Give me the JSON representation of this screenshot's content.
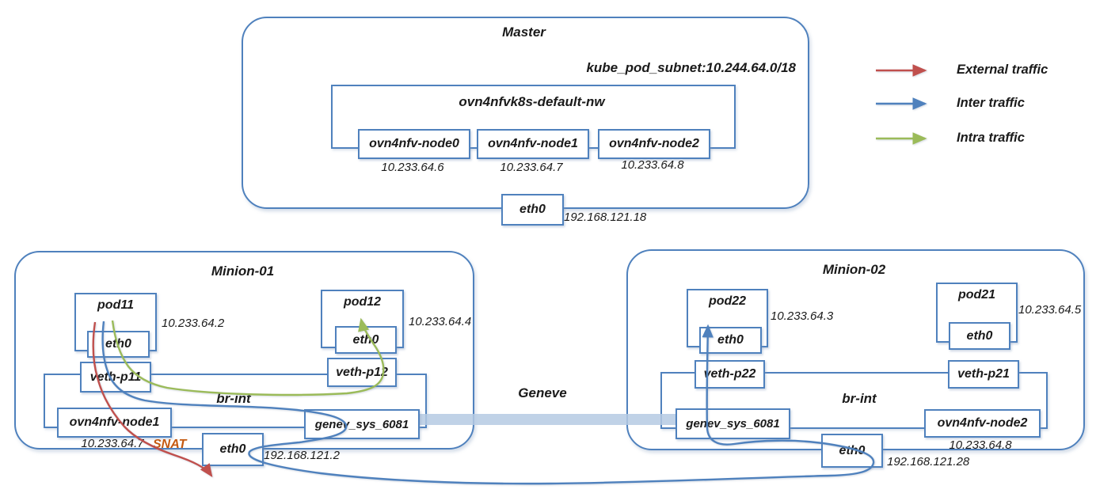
{
  "master": {
    "title": "Master",
    "subnet_label": "kube_pod_subnet:10.244.64.0/18",
    "network": {
      "name": "ovn4nfvk8s-default-nw",
      "nodes": [
        {
          "name": "ovn4nfv-node0",
          "ip": "10.233.64.6"
        },
        {
          "name": "ovn4nfv-node1",
          "ip": "10.233.64.7"
        },
        {
          "name": "ovn4nfv-node2",
          "ip": "10.233.64.8"
        }
      ]
    },
    "eth0": {
      "label": "eth0",
      "ip": "192.168.121.18"
    }
  },
  "legend": {
    "items": [
      {
        "label": "External traffic",
        "color": "#c0504d"
      },
      {
        "label": "Inter traffic",
        "color": "#4f81bd"
      },
      {
        "label": "Intra traffic",
        "color": "#9bbb59"
      }
    ]
  },
  "minion1": {
    "title": "Minion-01",
    "pods": [
      {
        "name": "pod11",
        "eth": "eth0",
        "ip": "10.233.64.2"
      },
      {
        "name": "pod12",
        "eth": "eth0",
        "ip": "10.233.64.4"
      }
    ],
    "veths": [
      "veth-p11",
      "veth-p12"
    ],
    "bridge": "br-int",
    "node": {
      "name": "ovn4nfv-node1",
      "ip": "10.233.64.7"
    },
    "geneve_port": "genev_sys_6081",
    "eth0": {
      "label": "eth0",
      "ip": "192.168.121.2"
    },
    "snat_label": "SNAT"
  },
  "minion2": {
    "title": "Minion-02",
    "pods": [
      {
        "name": "pod22",
        "eth": "eth0",
        "ip": "10.233.64.3"
      },
      {
        "name": "pod21",
        "eth": "eth0",
        "ip": "10.233.64.5"
      }
    ],
    "veths": [
      "veth-p22",
      "veth-p21"
    ],
    "bridge": "br-int",
    "node": {
      "name": "ovn4nfv-node2",
      "ip": "10.233.64.8"
    },
    "geneve_port": "genev_sys_6081",
    "eth0": {
      "label": "eth0",
      "ip": "192.168.121.28"
    }
  },
  "tunnel": {
    "label": "Geneve"
  },
  "colors": {
    "box_border": "#4f81bd",
    "external_traffic": "#c0504d",
    "inter_traffic": "#4f81bd",
    "intra_traffic": "#9bbb59",
    "geneve_band": "#b5cae3",
    "snat_text": "#c55a11"
  }
}
